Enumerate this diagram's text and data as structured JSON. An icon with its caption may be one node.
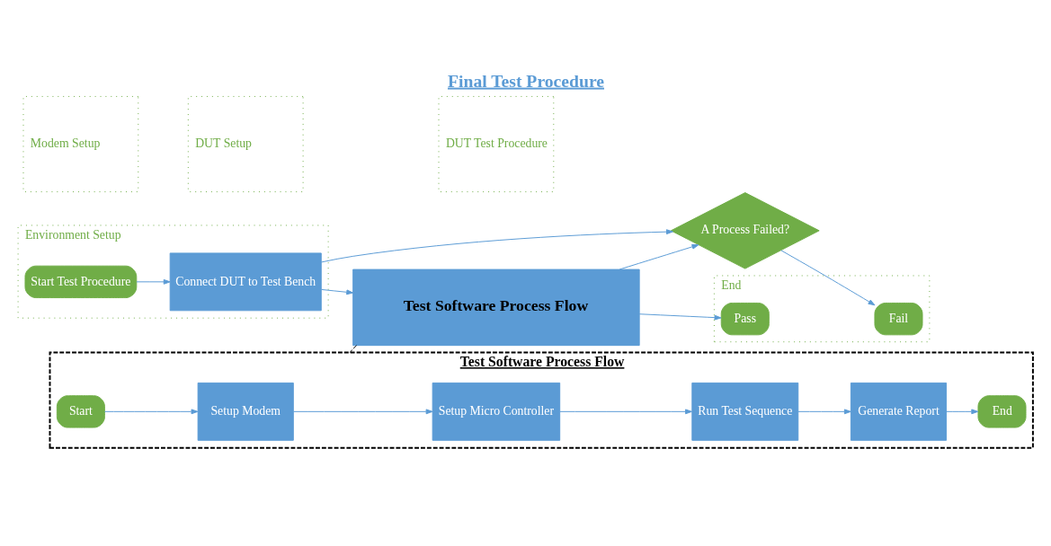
{
  "diagram": {
    "title": "Final Test Procedure",
    "nodes": [
      {
        "text": [
          "Environment Setup"
        ]
      },
      {
        "text": [
          "Start Test Procedure"
        ],
        "in": 0
      },
      {
        "text": [
          "Connect DUT to Test Bench"
        ],
        "in": 0
      },
      {
        "text": [
          "Modem Setup"
        ]
      },
      {
        "text": [
          "DUT Setup"
        ]
      },
      {
        "text": [
          "DUT Test Procedure"
        ]
      },
      {
        "text": [
          "Test Software Process Flow"
        ]
      },
      {
        "text": [
          "A Process Failed?"
        ]
      },
      {
        "text": [
          "End"
        ]
      },
      {
        "text": [
          "Pass"
        ],
        "in": 8
      },
      {
        "text": [
          "Fail"
        ],
        "in": 8
      },
      {
        "text": [
          "Test Software Process Flow"
        ]
      },
      {
        "text": [
          "Start"
        ],
        "in": 11
      },
      {
        "text": [
          "Setup Modem"
        ],
        "in": 11
      },
      {
        "text": [
          "Setup Micro Controller"
        ],
        "in": 11
      },
      {
        "text": [
          "Run Test Sequence"
        ],
        "in": 11
      },
      {
        "text": [
          "Generate Report"
        ],
        "in": 11
      },
      {
        "text": [
          "End"
        ],
        "in": 11
      }
    ],
    "edges": [
      {
        "from": 1,
        "to": 2,
        "arrow": "to"
      },
      {
        "from": 2,
        "to": 6,
        "arrow": "to"
      },
      {
        "from": 6,
        "to": 9,
        "arrow": "to"
      },
      {
        "from": 6,
        "to": 7,
        "arrow": "to"
      },
      {
        "from": 2,
        "to": 7,
        "arrow": "to"
      },
      {
        "from": 7,
        "to": 10,
        "arrow": "to"
      },
      {
        "from": 6,
        "to": 11,
        "arrow": "none",
        "style": "dashed",
        "color": "#000000"
      },
      {
        "from": 12,
        "to": 13,
        "arrow": "to"
      },
      {
        "from": 13,
        "to": 14,
        "arrow": "to"
      },
      {
        "from": 14,
        "to": 15,
        "arrow": "to"
      },
      {
        "from": 15,
        "to": 16,
        "arrow": "to"
      },
      {
        "from": 16,
        "to": 17,
        "arrow": "to"
      }
    ]
  }
}
